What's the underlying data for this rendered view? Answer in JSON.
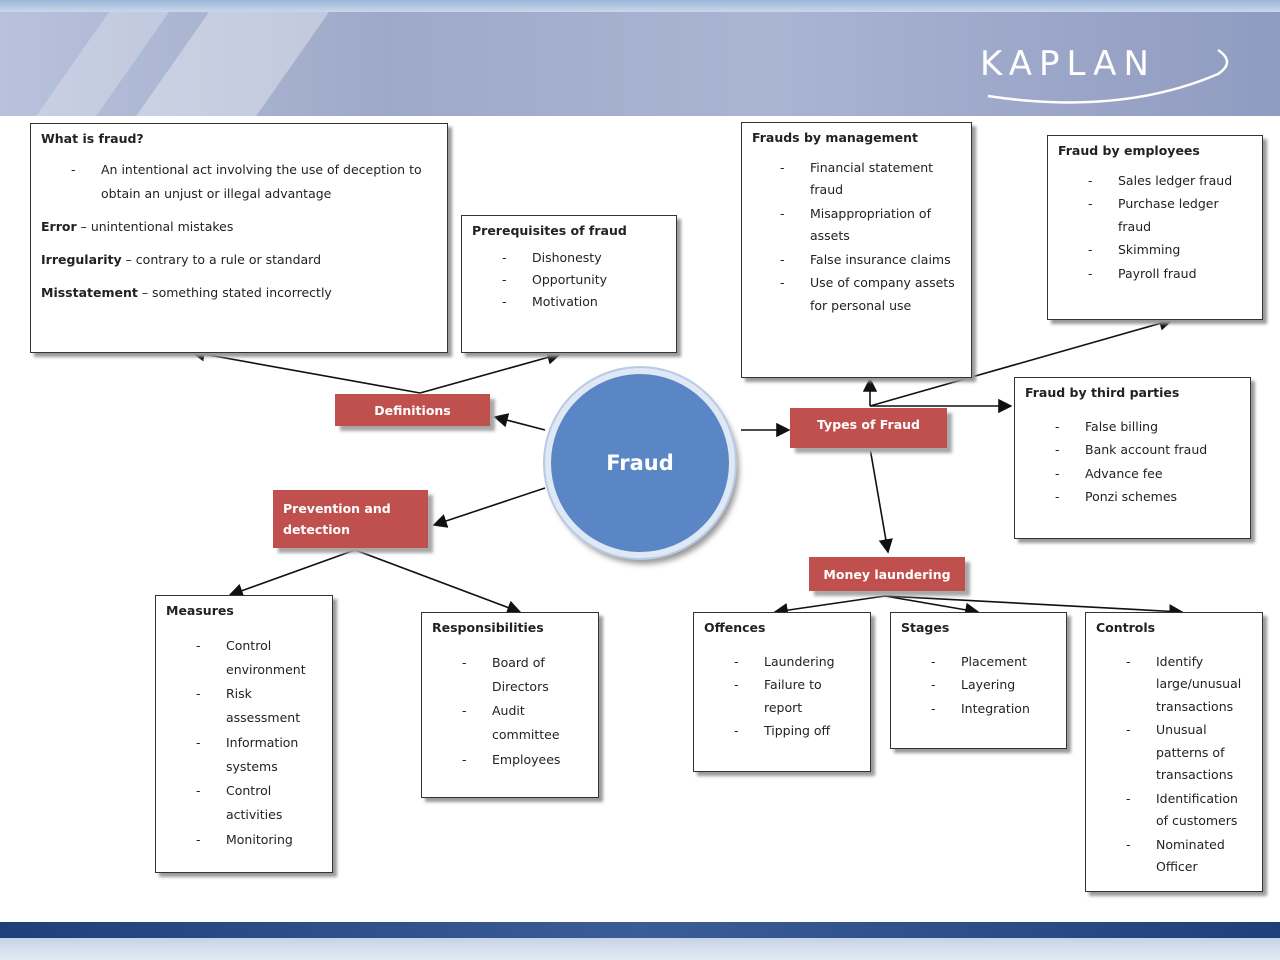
{
  "brand": {
    "logo_text": "KAPLAN"
  },
  "center": {
    "label": "Fraud"
  },
  "nodes": {
    "definitions": "Definitions",
    "prevention": "Prevention and detection",
    "types": "Types of Fraud",
    "money_laundering": "Money laundering"
  },
  "what_is_fraud": {
    "title": "What is fraud?",
    "bullet": "An intentional act involving the use of deception to obtain an unjust or illegal advantage",
    "error_term": "Error",
    "error_def": " – unintentional mistakes",
    "irregularity_term": "Irregularity",
    "irregularity_def": " – contrary to a rule or standard",
    "misstatement_term": "Misstatement",
    "misstatement_def": " – something stated incorrectly"
  },
  "prerequisites": {
    "title": "Prerequisites of fraud",
    "items": [
      "Dishonesty",
      "Opportunity",
      "Motivation"
    ]
  },
  "frauds_by_management": {
    "title": "Frauds by management",
    "items": [
      "Financial statement fraud",
      "Misappropriation of assets",
      "False insurance claims",
      "Use of company assets for personal use"
    ]
  },
  "fraud_by_employees": {
    "title": "Fraud by employees",
    "items": [
      "Sales ledger fraud",
      "Purchase ledger fraud",
      "Skimming",
      "Payroll fraud"
    ]
  },
  "fraud_by_third_parties": {
    "title": "Fraud by third parties",
    "items": [
      "False billing",
      "Bank account fraud",
      "Advance fee",
      "Ponzi schemes"
    ]
  },
  "measures": {
    "title": "Measures",
    "items": [
      "Control environment",
      "Risk assessment",
      "Information systems",
      "Control activities",
      "Monitoring"
    ]
  },
  "responsibilities": {
    "title": "Responsibilities",
    "items": [
      "Board of Directors",
      "Audit committee",
      "Employees"
    ]
  },
  "offences": {
    "title": "Offences",
    "items": [
      "Laundering",
      "Failure to report",
      "Tipping off"
    ]
  },
  "stages": {
    "title": "Stages",
    "items": [
      "Placement",
      "Layering",
      "Integration"
    ]
  },
  "controls": {
    "title": "Controls",
    "items": [
      "Identify large/unusual transactions",
      "Unusual patterns of transactions",
      "Identification of customers",
      "Nominated Officer"
    ]
  }
}
